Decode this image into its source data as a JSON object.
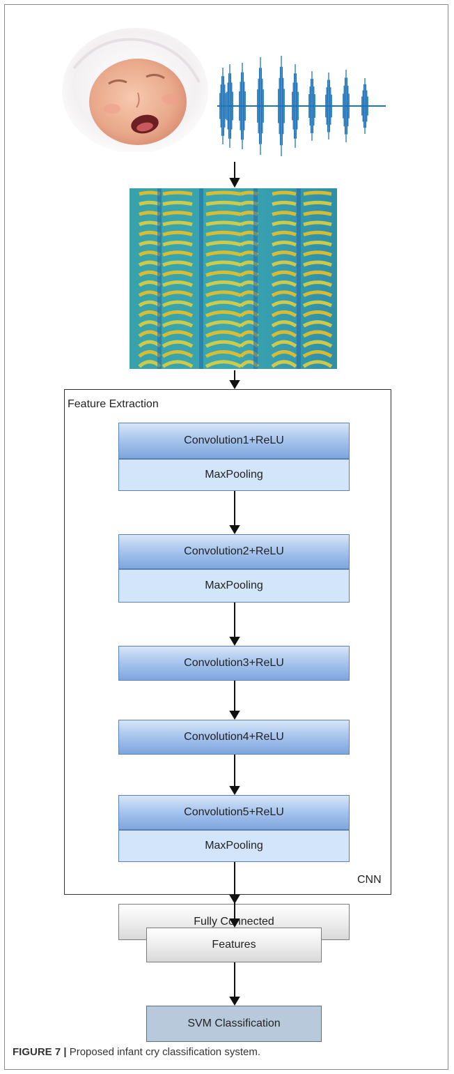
{
  "cnn_box": {
    "heading": "Feature Extraction",
    "tag": "CNN"
  },
  "layers": [
    {
      "label": "Convolution1+ReLU",
      "kind": "conv"
    },
    {
      "label": "MaxPooling",
      "kind": "pool"
    },
    {
      "label": "Convolution2+ReLU",
      "kind": "conv"
    },
    {
      "label": "MaxPooling",
      "kind": "pool"
    },
    {
      "label": "Convolution3+ReLU",
      "kind": "conv"
    },
    {
      "label": "Convolution4+ReLU",
      "kind": "conv"
    },
    {
      "label": "Convolution5+ReLU",
      "kind": "conv"
    },
    {
      "label": "MaxPooling",
      "kind": "pool"
    },
    {
      "label": "Fully Connected",
      "kind": "fc"
    }
  ],
  "outputs": {
    "features": "Features",
    "classifier": "SVM Classification"
  },
  "caption": {
    "figure_label": "FIGURE 7 |",
    "text": " Proposed infant cry classification system."
  },
  "colors": {
    "waveform": "#1e73b8",
    "conv_top": "#d7e6f7",
    "conv_bottom": "#7ea6de",
    "pool": "#d2e5fb",
    "svm": "#b9c9dc"
  }
}
